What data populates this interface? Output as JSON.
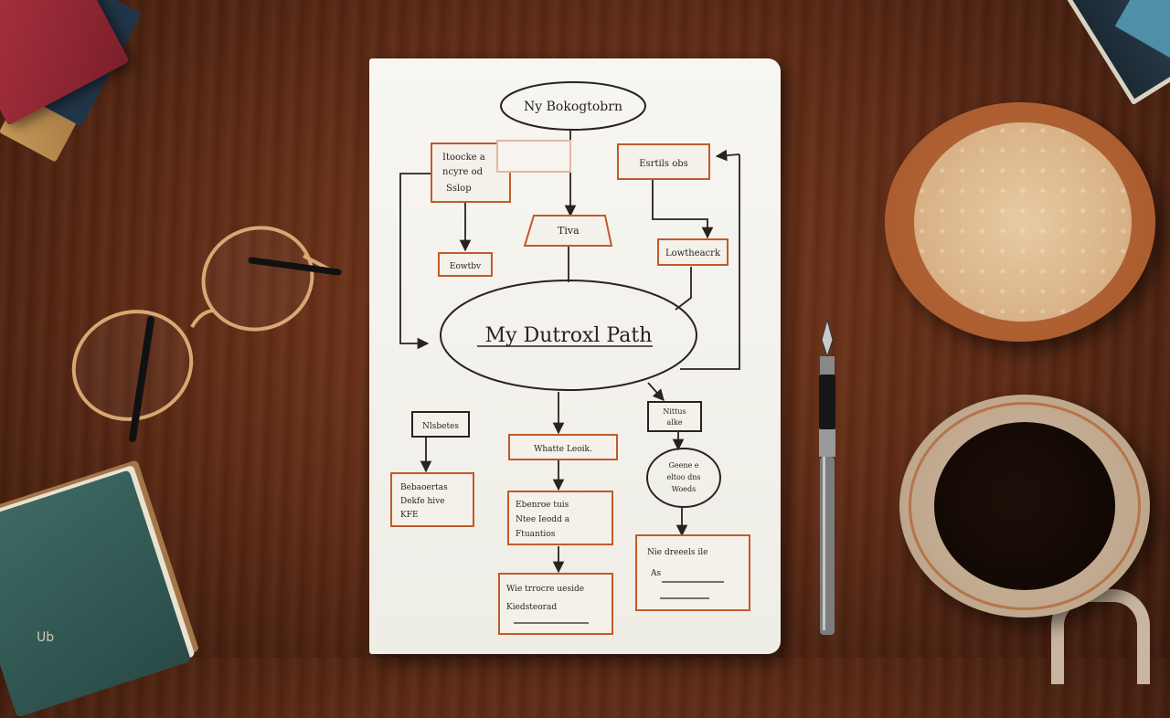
{
  "scene": {
    "colors": {
      "desk": "#6b3119",
      "paper": "#f4f3ee",
      "ink": "#2a221e",
      "box_outline": "#c25a2a"
    },
    "icons": [
      "glasses-icon",
      "fountain-pen-icon",
      "latte-cup-icon",
      "black-coffee-cup-icon",
      "book-stack-icon"
    ]
  },
  "flowchart": {
    "top_node": "Ny Bokogtobrn",
    "center_node": "My Dutroxl Path",
    "nodes": {
      "tl_box": [
        "Itoocke a",
        "ncyre od",
        "Sslop"
      ],
      "tl_small": "Eowtbv",
      "trapezoid": "Tiva",
      "tr_box": "Esrtils obs",
      "tr_small": "Lowtheacrk",
      "l_small": "Nlsbetes",
      "l_box": [
        "Bebaoertas",
        "Dekfe hive",
        "KFE"
      ],
      "m_small": "Whatte Leoik.",
      "m_box": [
        "Ebenroe tuis",
        "Ntee Ieodd a",
        "Ftuantios"
      ],
      "m_bottom": [
        "Wie trrocre ueside",
        "Kiedsteorad"
      ],
      "r_small": [
        "Nittus",
        "alke"
      ],
      "r_oval": [
        "Geene e",
        "eltoo dns",
        "Woeds"
      ],
      "r_box": [
        "Nie dreeels ile",
        "As"
      ]
    }
  },
  "book_mark": "Ub"
}
